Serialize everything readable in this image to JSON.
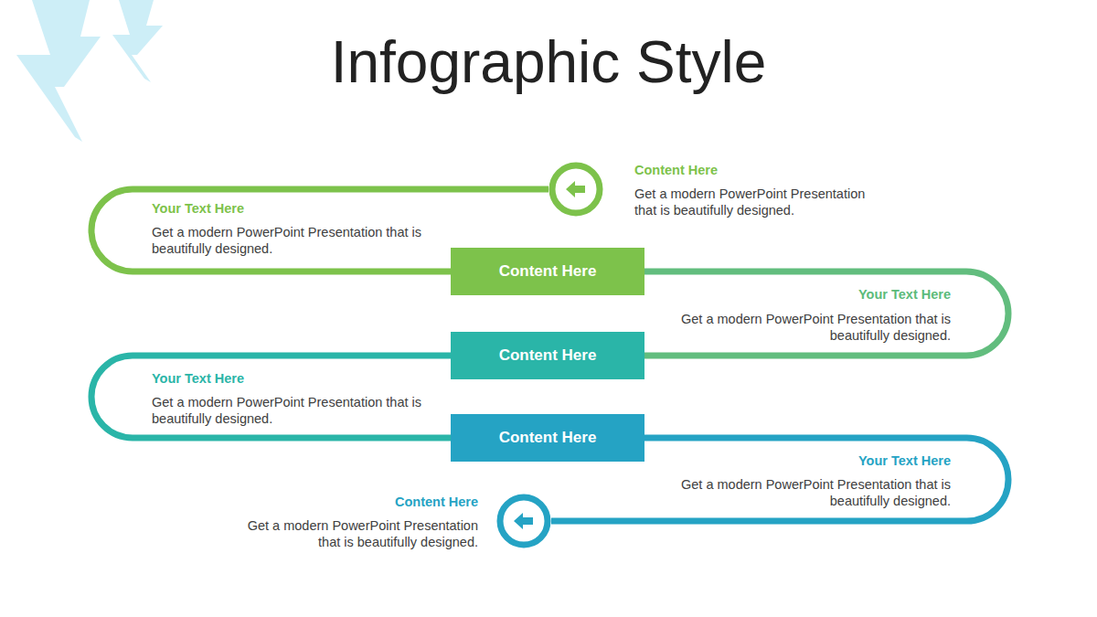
{
  "diagram": {
    "title": "Infographic Style",
    "nodes": [
      {
        "text": [
          "Content Here",
          "Get a modern PowerPoint Presentation that is beautifully designed."
        ]
      },
      {
        "text": [
          "Content Here"
        ]
      },
      {
        "text": [
          "Content Here"
        ]
      },
      {
        "text": [
          "Content Here"
        ]
      },
      {
        "text": [
          "Content Here",
          "Get a modern PowerPoint Presentation that is beautifully designed."
        ]
      }
    ],
    "edges": [
      {
        "from": 0,
        "to": 1,
        "arrow": "none"
      },
      {
        "from": 1,
        "to": 2,
        "arrow": "none"
      },
      {
        "from": 2,
        "to": 3,
        "arrow": "none"
      },
      {
        "from": 3,
        "to": 4,
        "arrow": "none"
      }
    ],
    "labels": [
      "Your Text Here",
      "Get a modern PowerPoint Presentation that is beautifully designed.",
      "Your Text Here",
      "Get a modern PowerPoint Presentation that is beautifully designed.",
      "Your Text Here",
      "Get a modern PowerPoint Presentation that is beautifully designed.",
      "Your Text Here",
      "Get a modern PowerPoint Presentation that is beautifully designed."
    ]
  }
}
